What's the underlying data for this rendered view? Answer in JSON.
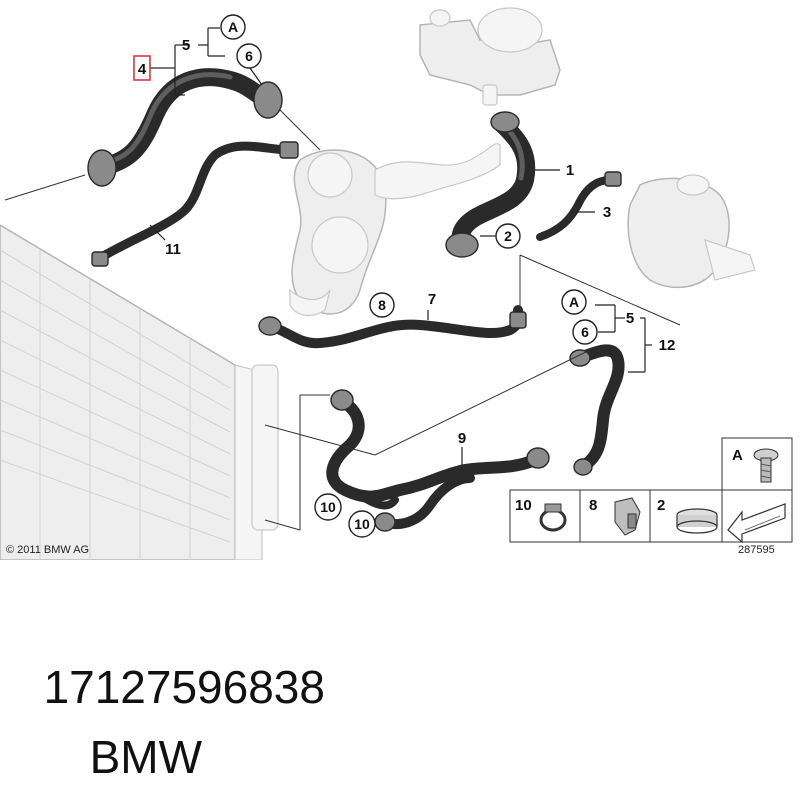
{
  "diagram": {
    "callouts": {
      "c1": "1",
      "c2": "2",
      "c3": "3",
      "c4": "4",
      "c5a": "5",
      "c5b": "5",
      "c6a": "6",
      "c6b": "6",
      "c7": "7",
      "c8": "8",
      "c9": "9",
      "c10a": "10",
      "c10b": "10",
      "c11": "11",
      "c12": "12",
      "cAa": "A",
      "cAb": "A"
    },
    "legend": {
      "top_letter": "A",
      "items": [
        "10",
        "8",
        "2"
      ]
    },
    "copyright": "© 2011 BMW AG",
    "image_id": "287595",
    "highlight_color": "#d9363e"
  },
  "caption": {
    "part_number": "17127596838",
    "brand": "BMW"
  }
}
